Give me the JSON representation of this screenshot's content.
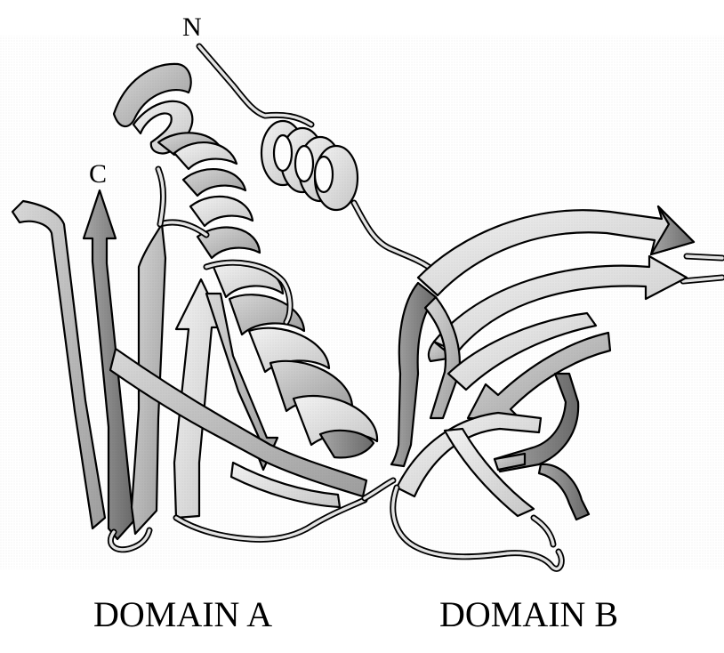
{
  "figure": {
    "labels": {
      "n_terminus": "N",
      "c_terminus": "C",
      "domain_a": "DOMAIN A",
      "domain_b": "DOMAIN B"
    },
    "colors": {
      "background": "#ffffff",
      "outline": "#000000",
      "ribbon_light": "#e8e8e8",
      "ribbon_mid": "#c4c4c4",
      "ribbon_dark": "#8c8c8c"
    }
  }
}
